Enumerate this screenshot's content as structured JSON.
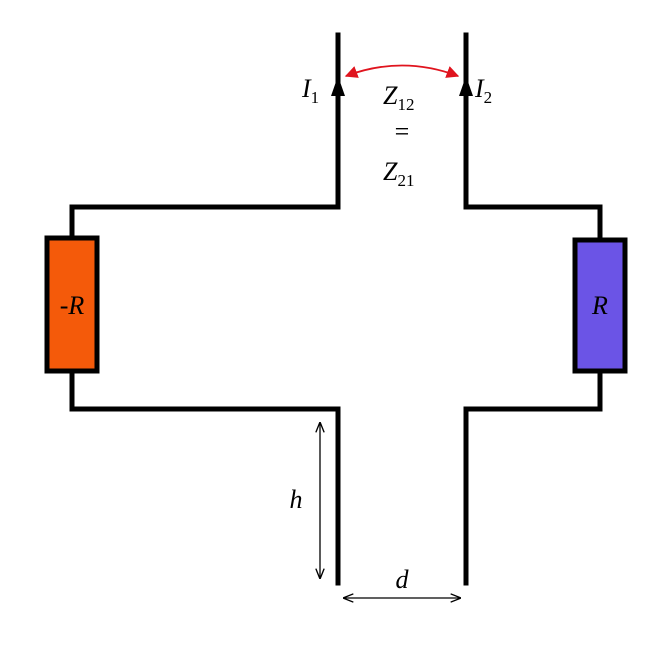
{
  "currents": {
    "left": {
      "symbol": "I",
      "sub": "1"
    },
    "right": {
      "symbol": "I",
      "sub": "2"
    }
  },
  "impedance": {
    "top": {
      "symbol": "Z",
      "sub": "12"
    },
    "equals": "=",
    "bottom": {
      "symbol": "Z",
      "sub": "21"
    }
  },
  "resistors": {
    "left": {
      "label": "-R",
      "prefix": "-",
      "symbol": "R",
      "color": "#f45a0a"
    },
    "right": {
      "label": "R",
      "symbol": "R",
      "color": "#6b54e6"
    }
  },
  "dimensions": {
    "height": "h",
    "separation": "d"
  },
  "colors": {
    "wire": "#000000",
    "coupling_arrow": "#e0141e"
  }
}
